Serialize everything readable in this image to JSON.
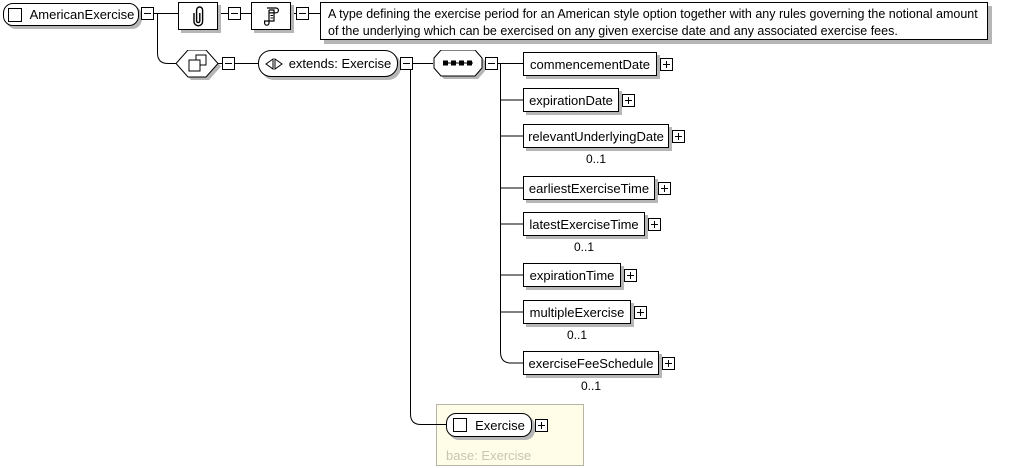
{
  "root": {
    "label": "AmericanExercise"
  },
  "documentation": {
    "text": "A type defining the exercise period for an American style option together with any rules governing the notional amount of the underlying which can be exercised on any given exercise date and any associated exercise fees."
  },
  "extension": {
    "label": "extends: Exercise"
  },
  "sequence": {
    "children": [
      {
        "name": "commencementDate"
      },
      {
        "name": "expirationDate"
      },
      {
        "name": "relevantUnderlyingDate",
        "occurrence": "0..1"
      },
      {
        "name": "earliestExerciseTime"
      },
      {
        "name": "latestExerciseTime",
        "occurrence": "0..1"
      },
      {
        "name": "expirationTime"
      },
      {
        "name": "multipleExercise",
        "occurrence": "0..1"
      },
      {
        "name": "exerciseFeeSchedule",
        "occurrence": "0..1"
      }
    ]
  },
  "base_type": {
    "label": "Exercise",
    "caption": "base: Exercise"
  },
  "icons": {
    "root_icon": "element-square-icon",
    "attributes_icon": "paperclip-icon",
    "annotation_icon": "scroll-icon",
    "content_model_icon": "overlapping-squares-icon",
    "extension_icon": "extension-triangles-icon",
    "sequence_icon": "sequence-dots-icon"
  },
  "colors": {
    "line": "#000000",
    "shadow": "#b6b6b6",
    "panel_bg": "#fffde7",
    "panel_border": "#b5b5a8",
    "muted_text": "#c6c6b2"
  }
}
